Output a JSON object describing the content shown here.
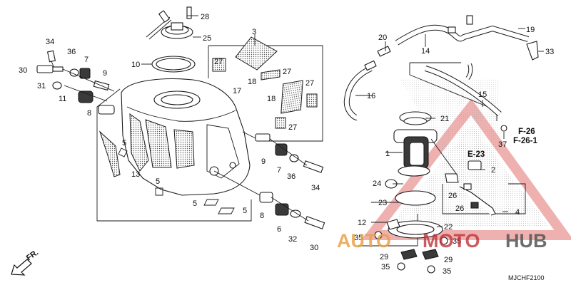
{
  "diagram": {
    "code": "MJCHF2100",
    "front_marker": "FR.",
    "refs": {
      "f26": "F-26",
      "f26_1": "F-26-1",
      "e23": "E-23"
    },
    "watermark": {
      "part1": "AUTO",
      "part2": "MOTO",
      "part3": "HUB",
      "color_main": "#e8a34a",
      "color_accent": "#c0323a",
      "color_dark": "#555555"
    },
    "labels": [
      {
        "id": "l1",
        "text": "1"
      },
      {
        "id": "l2",
        "text": "2"
      },
      {
        "id": "l3",
        "text": "3"
      },
      {
        "id": "l4",
        "text": "4"
      },
      {
        "id": "l5a",
        "text": "5"
      },
      {
        "id": "l5b",
        "text": "5"
      },
      {
        "id": "l5c",
        "text": "5"
      },
      {
        "id": "l5d",
        "text": "5"
      },
      {
        "id": "l6",
        "text": "6"
      },
      {
        "id": "l7a",
        "text": "7"
      },
      {
        "id": "l7b",
        "text": "7"
      },
      {
        "id": "l8a",
        "text": "8"
      },
      {
        "id": "l8b",
        "text": "8"
      },
      {
        "id": "l9a",
        "text": "9"
      },
      {
        "id": "l9b",
        "text": "9"
      },
      {
        "id": "l10",
        "text": "10"
      },
      {
        "id": "l11",
        "text": "11"
      },
      {
        "id": "l12",
        "text": "12"
      },
      {
        "id": "l13",
        "text": "13"
      },
      {
        "id": "l14",
        "text": "14"
      },
      {
        "id": "l15",
        "text": "15"
      },
      {
        "id": "l16",
        "text": "16"
      },
      {
        "id": "l17",
        "text": "17"
      },
      {
        "id": "l18a",
        "text": "18"
      },
      {
        "id": "l18b",
        "text": "18"
      },
      {
        "id": "l19",
        "text": "19"
      },
      {
        "id": "l20",
        "text": "20"
      },
      {
        "id": "l21",
        "text": "21"
      },
      {
        "id": "l22",
        "text": "22"
      },
      {
        "id": "l23",
        "text": "23"
      },
      {
        "id": "l24",
        "text": "24"
      },
      {
        "id": "l25",
        "text": "25"
      },
      {
        "id": "l26a",
        "text": "26"
      },
      {
        "id": "l26b",
        "text": "26"
      },
      {
        "id": "l27a",
        "text": "27"
      },
      {
        "id": "l27b",
        "text": "27"
      },
      {
        "id": "l27c",
        "text": "27"
      },
      {
        "id": "l27d",
        "text": "27"
      },
      {
        "id": "l28",
        "text": "28"
      },
      {
        "id": "l29a",
        "text": "29"
      },
      {
        "id": "l29b",
        "text": "29"
      },
      {
        "id": "l30a",
        "text": "30"
      },
      {
        "id": "l30b",
        "text": "30"
      },
      {
        "id": "l31",
        "text": "31"
      },
      {
        "id": "l32",
        "text": "32"
      },
      {
        "id": "l33",
        "text": "33"
      },
      {
        "id": "l34a",
        "text": "34"
      },
      {
        "id": "l34b",
        "text": "34"
      },
      {
        "id": "l35a",
        "text": "35"
      },
      {
        "id": "l35b",
        "text": "35"
      },
      {
        "id": "l35c",
        "text": "35"
      },
      {
        "id": "l35d",
        "text": "35"
      },
      {
        "id": "l36a",
        "text": "36"
      },
      {
        "id": "l36b",
        "text": "36"
      },
      {
        "id": "l37",
        "text": "37"
      }
    ]
  }
}
